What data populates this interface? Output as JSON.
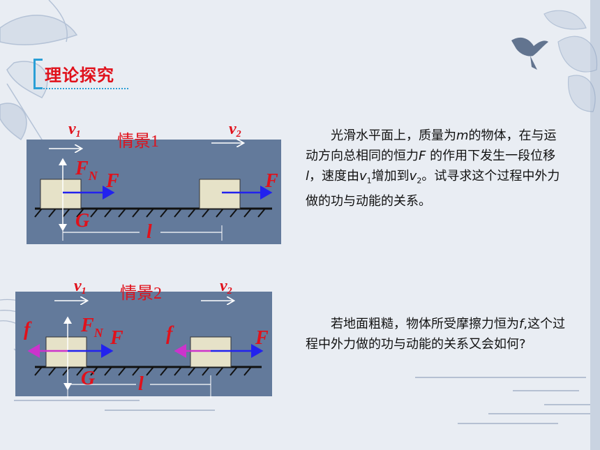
{
  "header": {
    "title": "理论探究"
  },
  "scene1": {
    "label": "情景1",
    "v1": "v",
    "v1_sub": "1",
    "v2": "v",
    "v2_sub": "2",
    "FN": "F",
    "FN_sub": "N",
    "F_left": "F",
    "F_right": "F",
    "G": "G",
    "l": "l"
  },
  "scene2": {
    "label": "情景2",
    "v1": "v",
    "v1_sub": "1",
    "v2": "v",
    "v2_sub": "2",
    "FN": "F",
    "FN_sub": "N",
    "F_left": "F",
    "F_right": "F",
    "f_left": "f",
    "f_right": "f",
    "G": "G",
    "l": "l"
  },
  "text1": {
    "p1": "光滑水平面上，质量为",
    "m": "m",
    "p2": "的物体，在与运动方向总相同的恒力",
    "F": "F",
    "p3": " 的作用下发生一段位移",
    "l": "l",
    "p4": "，速度由",
    "v1": "v",
    "v1_sub": "1",
    "p5": "增加到",
    "v2": "v",
    "v2_sub": "2",
    "p6": "。试寻求这个过程中外力做的功与动能的关系。"
  },
  "text2": {
    "p1": "若地面粗糙，物体所受摩擦力恒为",
    "f": "f",
    "p2": ",这个过程中外力做的功与动能的关系又会如何?"
  },
  "colors": {
    "panel": "#637a9b",
    "label_red": "#e0111b",
    "arrow_blue": "#2222ee",
    "arrow_purple": "#cc33cc",
    "block": "#e6e2c8"
  }
}
